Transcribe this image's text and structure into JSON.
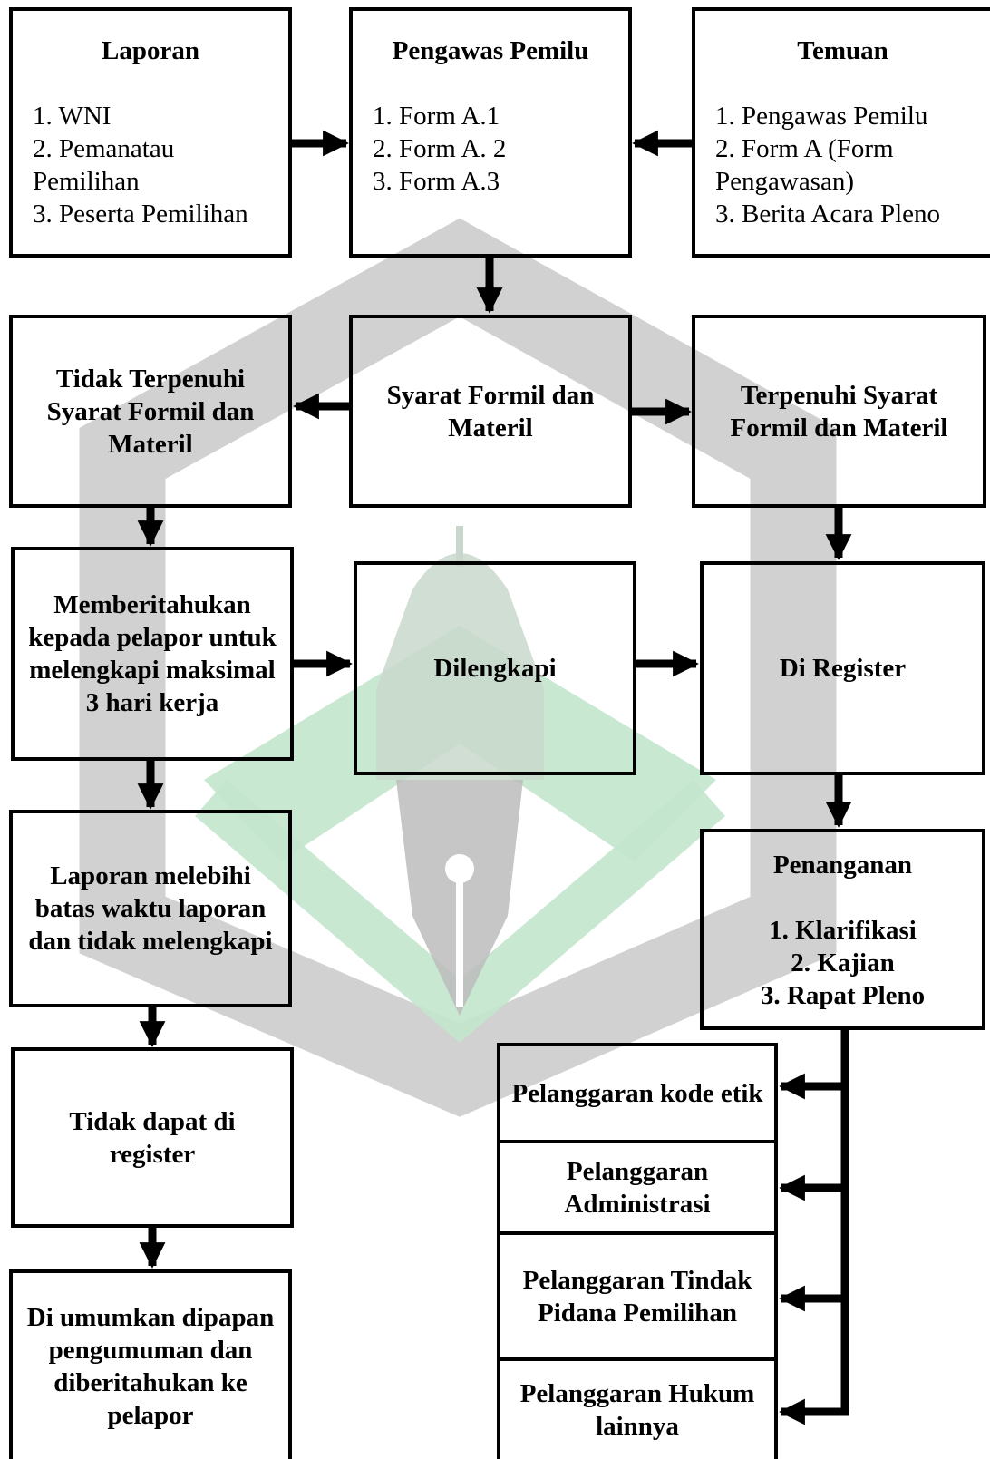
{
  "row1": {
    "laporan": {
      "title": "Laporan",
      "items": [
        "1. WNI",
        "2. Pemanatau Pemilihan",
        "3. Peserta Pemilihan"
      ]
    },
    "pengawas": {
      "title": "Pengawas Pemilu",
      "items": [
        "1. Form A.1",
        "2. Form A. 2",
        "3. Form A.3"
      ]
    },
    "temuan": {
      "title": "Temuan",
      "items": [
        "1. Pengawas Pemilu",
        "2. Form A (Form Pengawasan)",
        "3. Berita Acara Pleno"
      ]
    }
  },
  "row2": {
    "tidak_terpenuhi": "Tidak Terpenuhi Syarat Formil dan Materil",
    "syarat": "Syarat Formil dan Materil",
    "terpenuhi": "Terpenuhi Syarat Formil dan Materil"
  },
  "row3": {
    "memberitahukan": "Memberitahukan kepada pelapor untuk melengkapi maksimal 3 hari kerja",
    "dilengkapi": "Dilengkapi",
    "register": "Di Register"
  },
  "left": {
    "melebihi": "Laporan melebihi batas waktu laporan dan tidak melengkapi",
    "tidak_dapat": "Tidak dapat di register",
    "diumumkan": "Di umumkan dipapan pengumuman dan diberitahukan ke pelapor"
  },
  "penanganan": {
    "title": "Penanganan",
    "items": [
      "1. Klarifikasi",
      "2. Kajian",
      "3. Rapat Pleno"
    ]
  },
  "outcomes": [
    "Pelanggaran kode etik",
    "Pelanggaran Administrasi",
    "Pelanggaran Tindak Pidana Pemilihan",
    "Pelanggaran Hukum lainnya"
  ],
  "colors": {
    "border": "#000000",
    "watermark_gray": "#c9c9c9",
    "watermark_green": "#bfe3c9"
  }
}
